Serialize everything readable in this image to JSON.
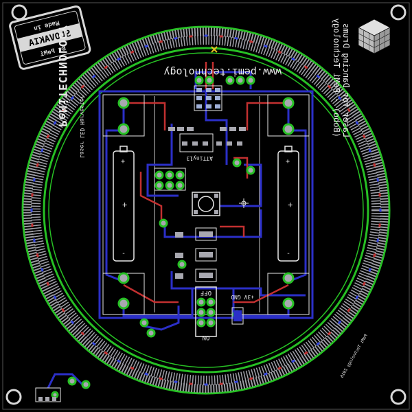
{
  "window": {
    "title": ""
  },
  "stamp": {
    "top": "Made in",
    "middle": "SLOVAKIA",
    "bottom": "By PeMi"
  },
  "silk": {
    "url": "www.pemi.technology",
    "brand": "PeMiTECHNOLOGY",
    "credit": "Laser LED Harvester",
    "side_right_line1": "Laser for Dancing Drums",
    "side_right_line2": "(Bobo) - PeMi Technology",
    "chip": "ATTiny13",
    "switch_off": "OFF",
    "switch_on": "ON",
    "power": "+3V GND",
    "bottom_note": "PeMi Technology 2016"
  },
  "colors": {
    "background": "#000000",
    "ring_pad": "#9a9aa0",
    "via_ring": "#27c024",
    "bottom_trace": "#2b2fc8",
    "top_trace": "#c23030",
    "pad": "#a8a8b0",
    "silkscreen": "#e8e8e8"
  },
  "icons": [
    "mounting-hole-icon",
    "cube-logo-icon",
    "stamp-icon",
    "battery-icon"
  ]
}
